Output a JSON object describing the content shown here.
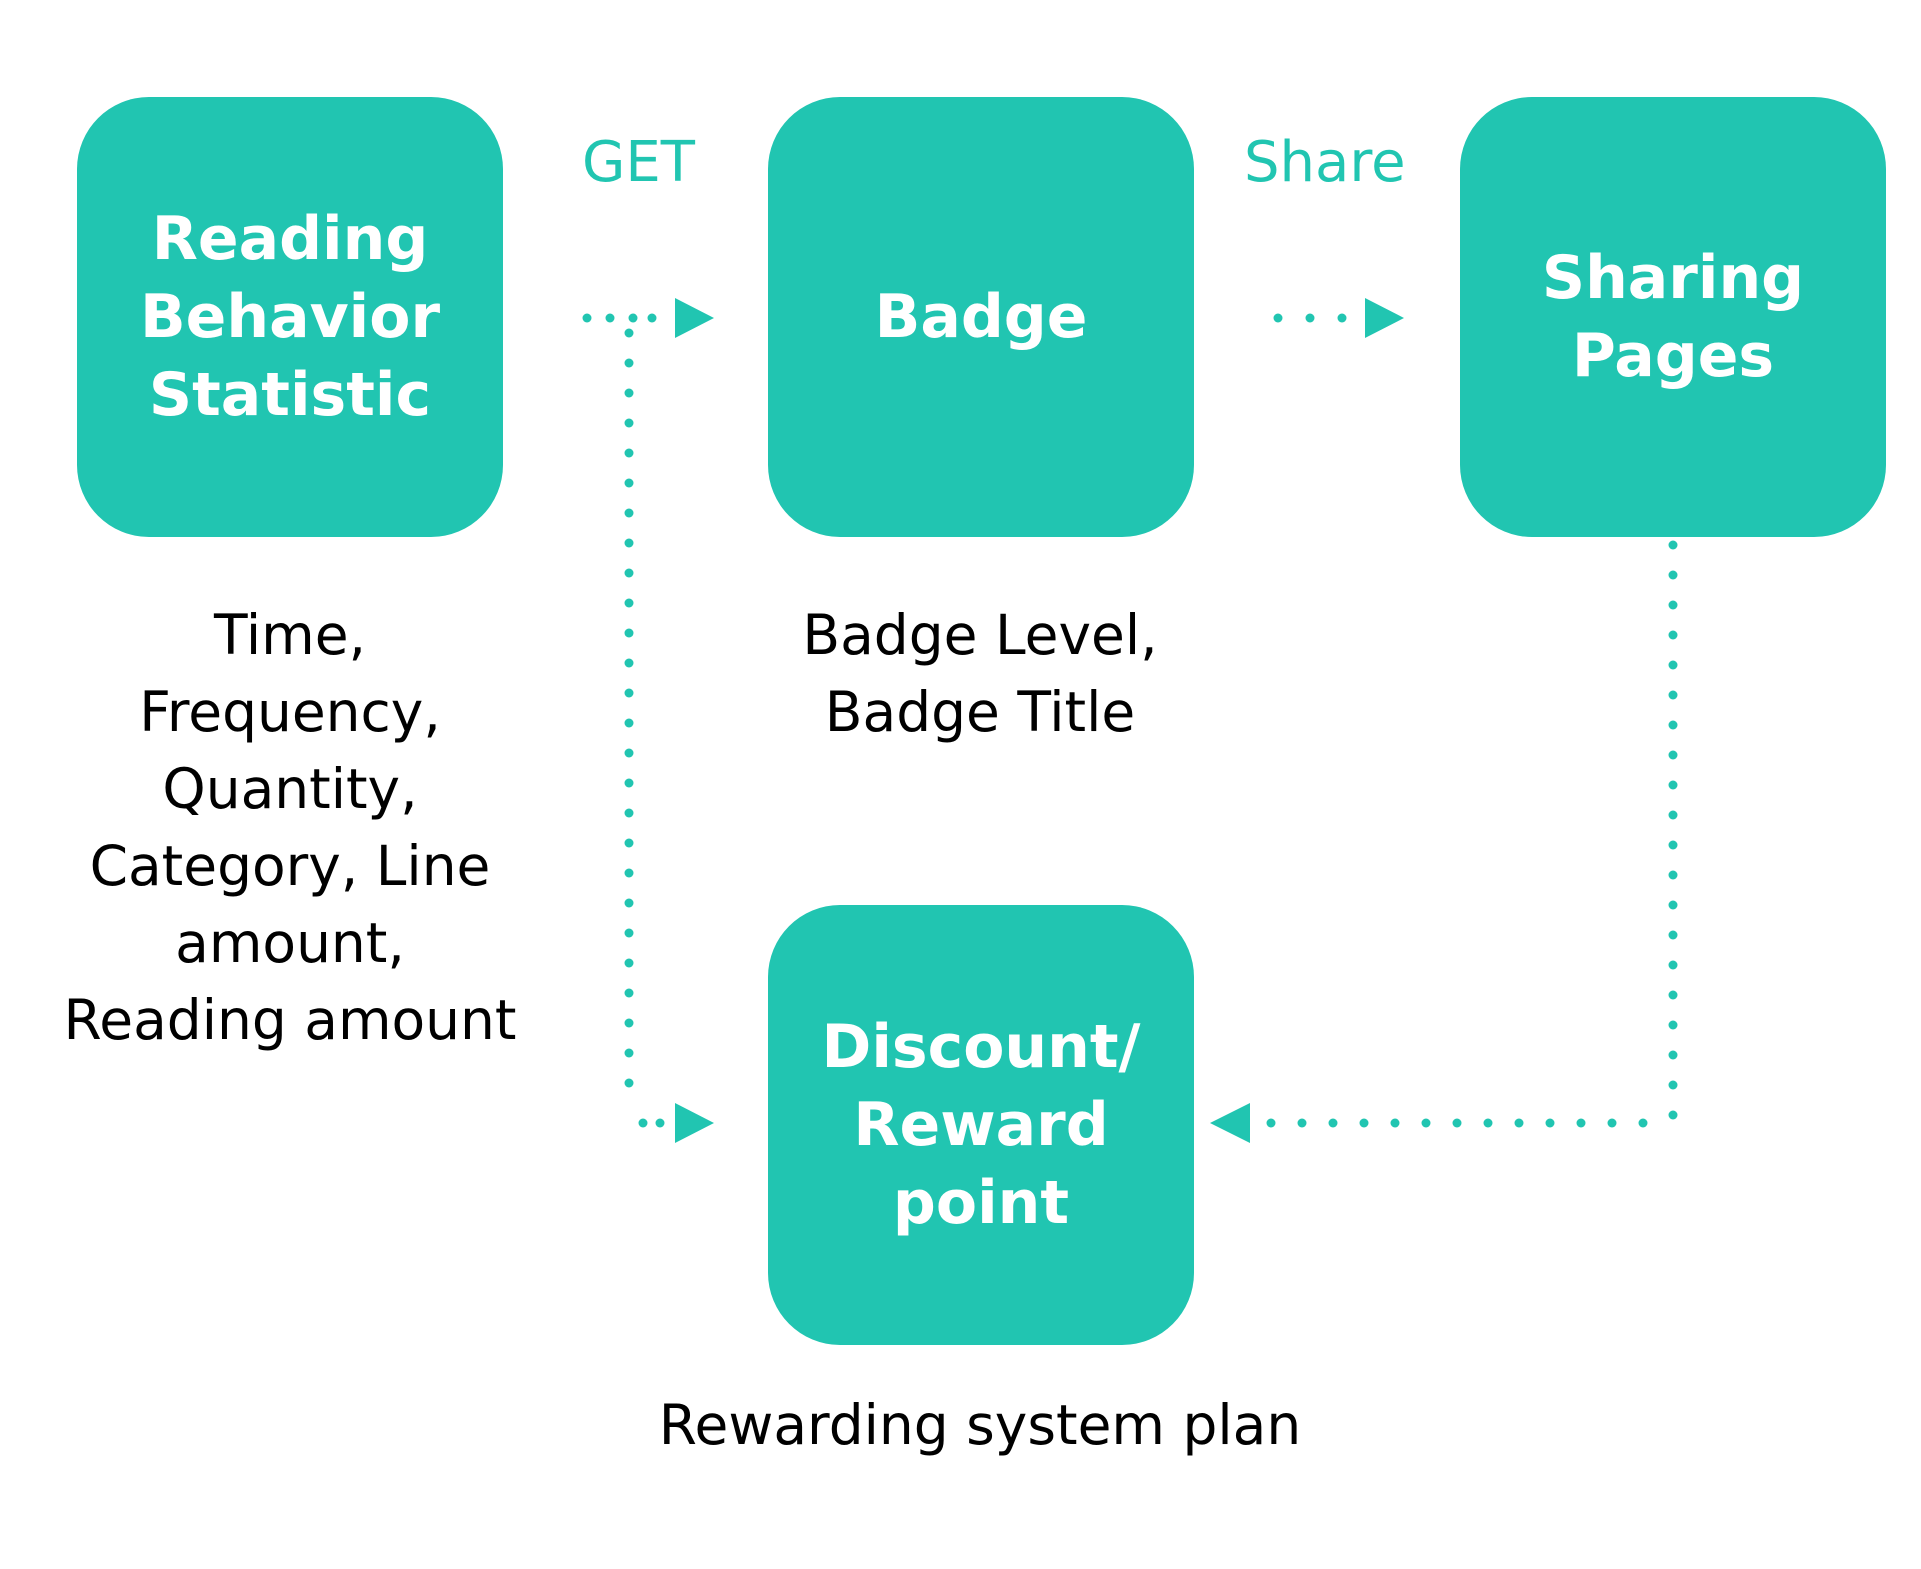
{
  "colors": {
    "accent": "#21c5b1",
    "box_text": "#ffffff",
    "text": "#000000",
    "background": "#ffffff"
  },
  "nodes": {
    "reading_behavior": {
      "label": "Reading\nBehavior\nStatistic"
    },
    "badge": {
      "label": "Badge"
    },
    "sharing_pages": {
      "label": "Sharing\nPages"
    },
    "discount": {
      "label": "Discount/\nReward point"
    }
  },
  "edges": {
    "get_label": "GET",
    "share_label": "Share"
  },
  "notes": {
    "reading_attributes": "Time,\nFrequency,\nQuantity,\nCategory, Line\namount,\nReading amount",
    "badge_attributes": "Badge Level,\nBadge Title"
  },
  "caption": "Rewarding system plan"
}
